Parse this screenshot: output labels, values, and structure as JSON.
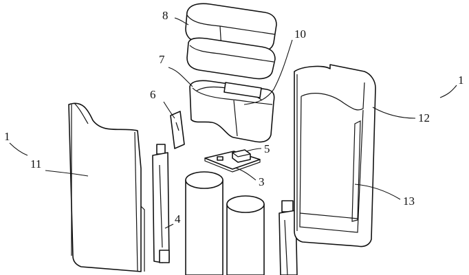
{
  "figure": {
    "callouts": [
      {
        "id": "c1-left",
        "text": "1"
      },
      {
        "id": "c11",
        "text": "11"
      },
      {
        "id": "c8",
        "text": "8"
      },
      {
        "id": "c10",
        "text": "10"
      },
      {
        "id": "c7",
        "text": "7"
      },
      {
        "id": "c6",
        "text": "6"
      },
      {
        "id": "c5",
        "text": "5"
      },
      {
        "id": "c3",
        "text": "3"
      },
      {
        "id": "c4",
        "text": "4"
      },
      {
        "id": "c1-right",
        "text": "1"
      },
      {
        "id": "c12",
        "text": "12"
      },
      {
        "id": "c13",
        "text": "13"
      }
    ]
  },
  "colors": {
    "line": "#111111",
    "background": "#ffffff"
  }
}
